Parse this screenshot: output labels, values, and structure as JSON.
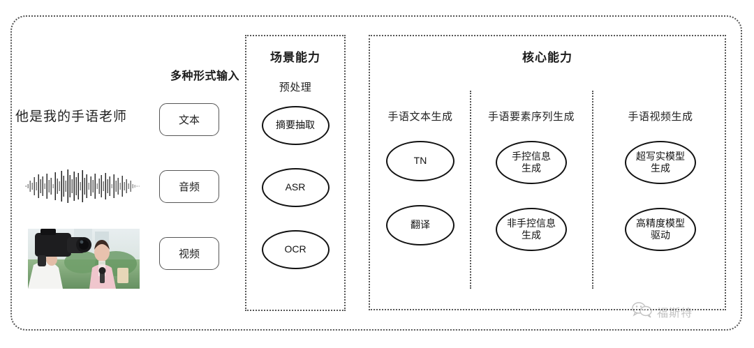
{
  "input_panel": {
    "section_label": "多种形式输入",
    "sample_text": "他是我的手语老师",
    "modalities": [
      {
        "label": "文本",
        "icon": "text-icon"
      },
      {
        "label": "音频",
        "icon": "waveform-icon"
      },
      {
        "label": "视频",
        "icon": "video-thumbnail-icon"
      }
    ]
  },
  "scene_capability": {
    "title": "场景能力",
    "subtitle": "预处理",
    "nodes": [
      "摘要抽取",
      "ASR",
      "OCR"
    ]
  },
  "core_capability": {
    "title": "核心能力",
    "columns": [
      {
        "header": "手语文本生成",
        "nodes": [
          "TN",
          "翻译"
        ]
      },
      {
        "header": "手语要素序列生成",
        "nodes": [
          "手控信息\n生成",
          "非手控信息\n生成"
        ]
      },
      {
        "header": "手语视频生成",
        "nodes": [
          "超写实模型\n生成",
          "高精度模型\n驱动"
        ]
      }
    ]
  },
  "watermark": {
    "icon": "wechat-icon",
    "text": "福斯特"
  },
  "colors": {
    "border": "#555555",
    "node_stroke": "#111111",
    "text": "#1b1b1b",
    "watermark": "#6f6f6f"
  }
}
